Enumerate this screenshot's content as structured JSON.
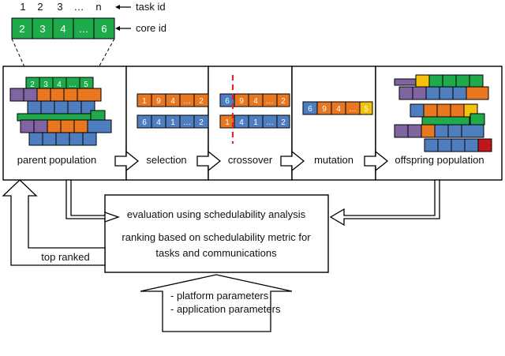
{
  "header": {
    "task_ids": [
      "1",
      "2",
      "3",
      "…",
      "n"
    ],
    "task_id_label": "task id",
    "core_ids": [
      "2",
      "3",
      "4",
      "…",
      "6"
    ],
    "core_id_label": "core id"
  },
  "stages": {
    "parent": "parent population",
    "selection": "selection",
    "crossover": "crossover",
    "mutation": "mutation",
    "offspring": "offspring population"
  },
  "population_top_row": [
    "2",
    "3",
    "4",
    "…",
    "5"
  ],
  "selection_rows": [
    [
      "1",
      "9",
      "4",
      "…",
      "2"
    ],
    [
      "6",
      "4",
      "1",
      "…",
      "2"
    ]
  ],
  "crossover_rows": [
    [
      "6",
      "9",
      "4",
      "…",
      "2"
    ],
    [
      "1",
      "4",
      "1",
      "…",
      "2"
    ]
  ],
  "mutation_row": [
    "6",
    "9",
    "4",
    "…",
    "5"
  ],
  "evaluation": {
    "line1": "evaluation using schedulability analysis",
    "line2": "ranking based on schedulability metric for",
    "line3": "tasks and communications"
  },
  "top_ranked": "top ranked",
  "inputs": {
    "line1": "- platform parameters",
    "line2": "- application parameters"
  },
  "colors": {
    "green": "#1fab4b",
    "orange": "#e8771f",
    "blue": "#4f7ec0",
    "purple": "#8064a2",
    "yellow": "#f4c20d",
    "red": "#c0161b"
  }
}
